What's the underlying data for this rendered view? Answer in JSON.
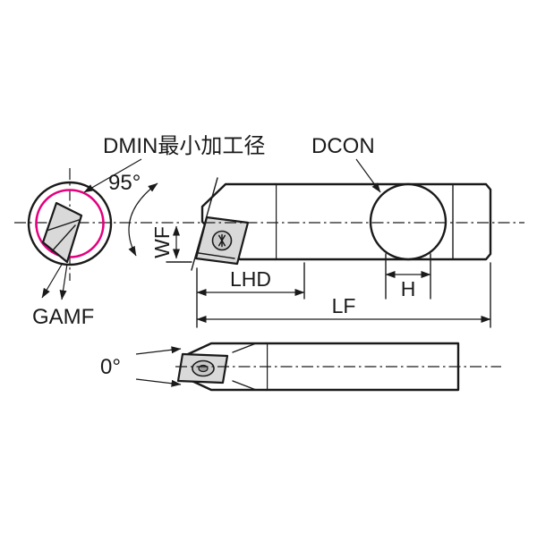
{
  "diagram": {
    "labels": {
      "dmin": "DMIN最小加工径",
      "dcon": "DCON",
      "angle_95": "95°",
      "wf": "WF",
      "lhd": "LHD",
      "lf": "LF",
      "h": "H",
      "gamf": "GAMF",
      "angle_0": "0°"
    },
    "colors": {
      "line": "#1a1a1a",
      "dmin_circle": "#e4007f",
      "insert_fill": "#d9d9d9",
      "screw_fill": "#c9c9c9",
      "section_fill": "#efefef",
      "stipple_dot": "#a0a0a0"
    }
  }
}
